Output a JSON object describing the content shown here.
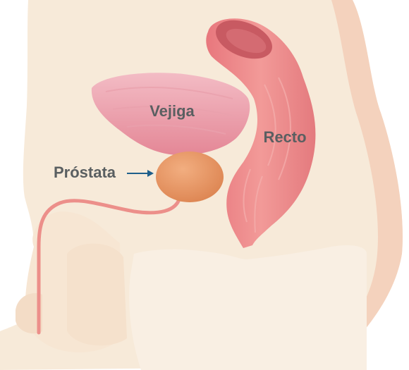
{
  "labels": {
    "bladder": "Vejiga",
    "rectum": "Recto",
    "prostate": "Próstata"
  },
  "colors": {
    "background": "#ffffff",
    "body": "#f7ead9",
    "body_shade": "#f5c9ad",
    "bladder": "#e8909e",
    "bladder_light": "#f0b3bd",
    "rectum": "#ee8a8c",
    "rectum_dark": "#c85a62",
    "prostate": "#e79460",
    "urethra": "#ec8f8a",
    "label_text": "#5a5f61",
    "arrow": "#1f5f8b"
  }
}
